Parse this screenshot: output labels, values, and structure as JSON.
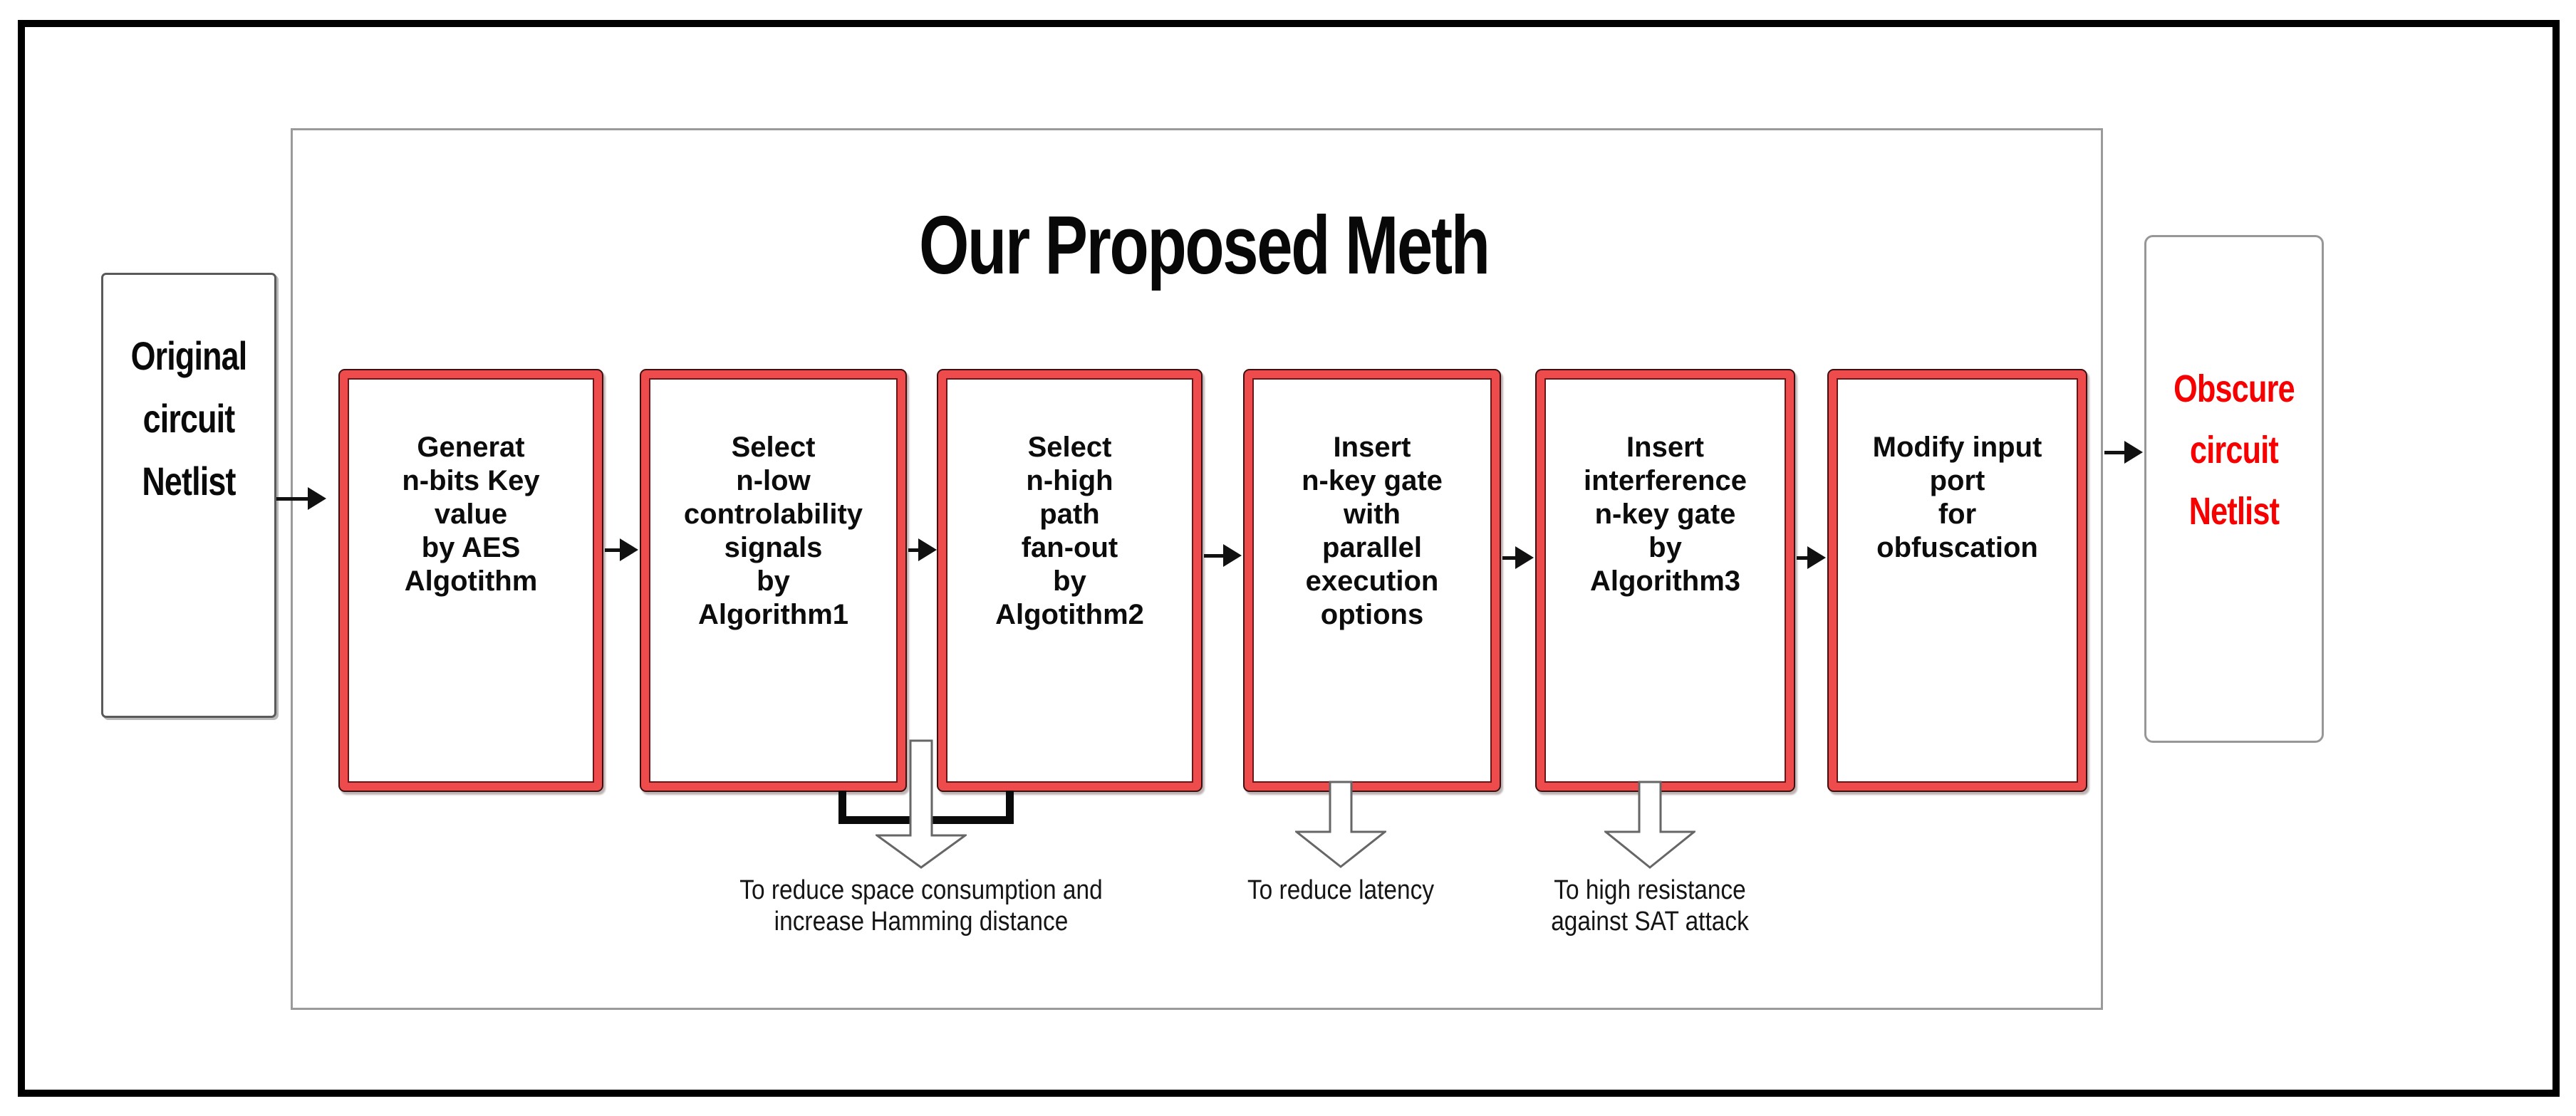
{
  "figure": {
    "title": "Our Proposed Meth",
    "source": {
      "lines": [
        "Original",
        "circuit",
        "Netlist"
      ]
    },
    "result": {
      "lines": [
        "Obscure",
        "circuit",
        "Netlist"
      ]
    },
    "steps": [
      {
        "lines": [
          "Generat",
          "n-bits Key",
          "value",
          "by AES",
          "Algotithm"
        ]
      },
      {
        "lines": [
          "Select",
          "n-low",
          "controlability",
          "signals",
          "by",
          "Algorithm1"
        ]
      },
      {
        "lines": [
          "Select",
          "n-high",
          "path",
          "fan-out",
          "by",
          "Algotithm2"
        ]
      },
      {
        "lines": [
          "Insert",
          "n-key gate",
          "with",
          "parallel",
          "execution",
          "options"
        ]
      },
      {
        "lines": [
          "Insert",
          "interference",
          "n-key gate",
          "by",
          "Algorithm3"
        ]
      },
      {
        "lines": [
          "Modify input",
          "port",
          "for",
          "obfuscation"
        ]
      }
    ],
    "notes": [
      {
        "lines": [
          "To reduce space consumption and",
          "increase Hamming distance"
        ]
      },
      {
        "lines": [
          "To reduce latency"
        ]
      },
      {
        "lines": [
          "To high resistance",
          "against SAT attack"
        ]
      }
    ],
    "icons": {
      "flow_arrow": "arrow-right",
      "note_arrow": "block-arrow-down",
      "grouping": "bracket"
    },
    "colors": {
      "step_border": "#ee4b4c",
      "step_border_dark": "#3d0f10",
      "step_inner_ring": "#6b1516",
      "result_text": "#f70000",
      "container_border": "#9a9a9a",
      "arrow_color": "#111111",
      "bracket_color": "#0a0a0a",
      "block_arrow_outline": "#666666"
    }
  }
}
